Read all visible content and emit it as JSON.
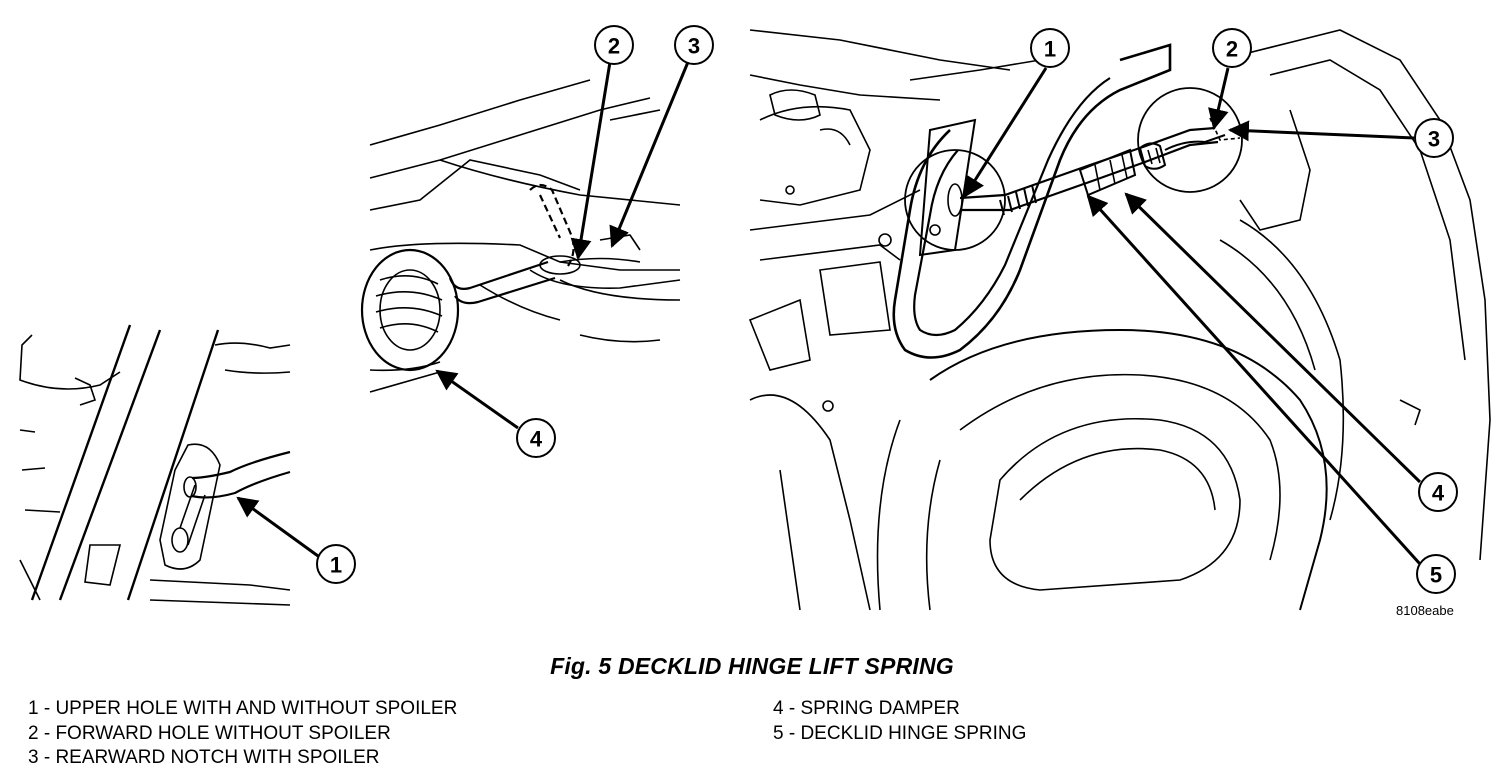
{
  "figure": {
    "code": "8108eabe",
    "caption": "Fig. 5 DECKLID HINGE LIFT SPRING",
    "callouts": {
      "left_1": "1",
      "mid_2": "2",
      "mid_3": "3",
      "mid_4": "4",
      "right_1": "1",
      "right_2": "2",
      "right_3": "3",
      "right_4": "4",
      "right_5": "5"
    }
  },
  "legend": {
    "left": [
      "1 - UPPER HOLE WITH AND WITHOUT SPOILER",
      "2 - FORWARD HOLE WITHOUT SPOILER",
      "3 - REARWARD NOTCH WITH SPOILER"
    ],
    "right": [
      "4 - SPRING DAMPER",
      "5 - DECKLID HINGE SPRING"
    ]
  }
}
